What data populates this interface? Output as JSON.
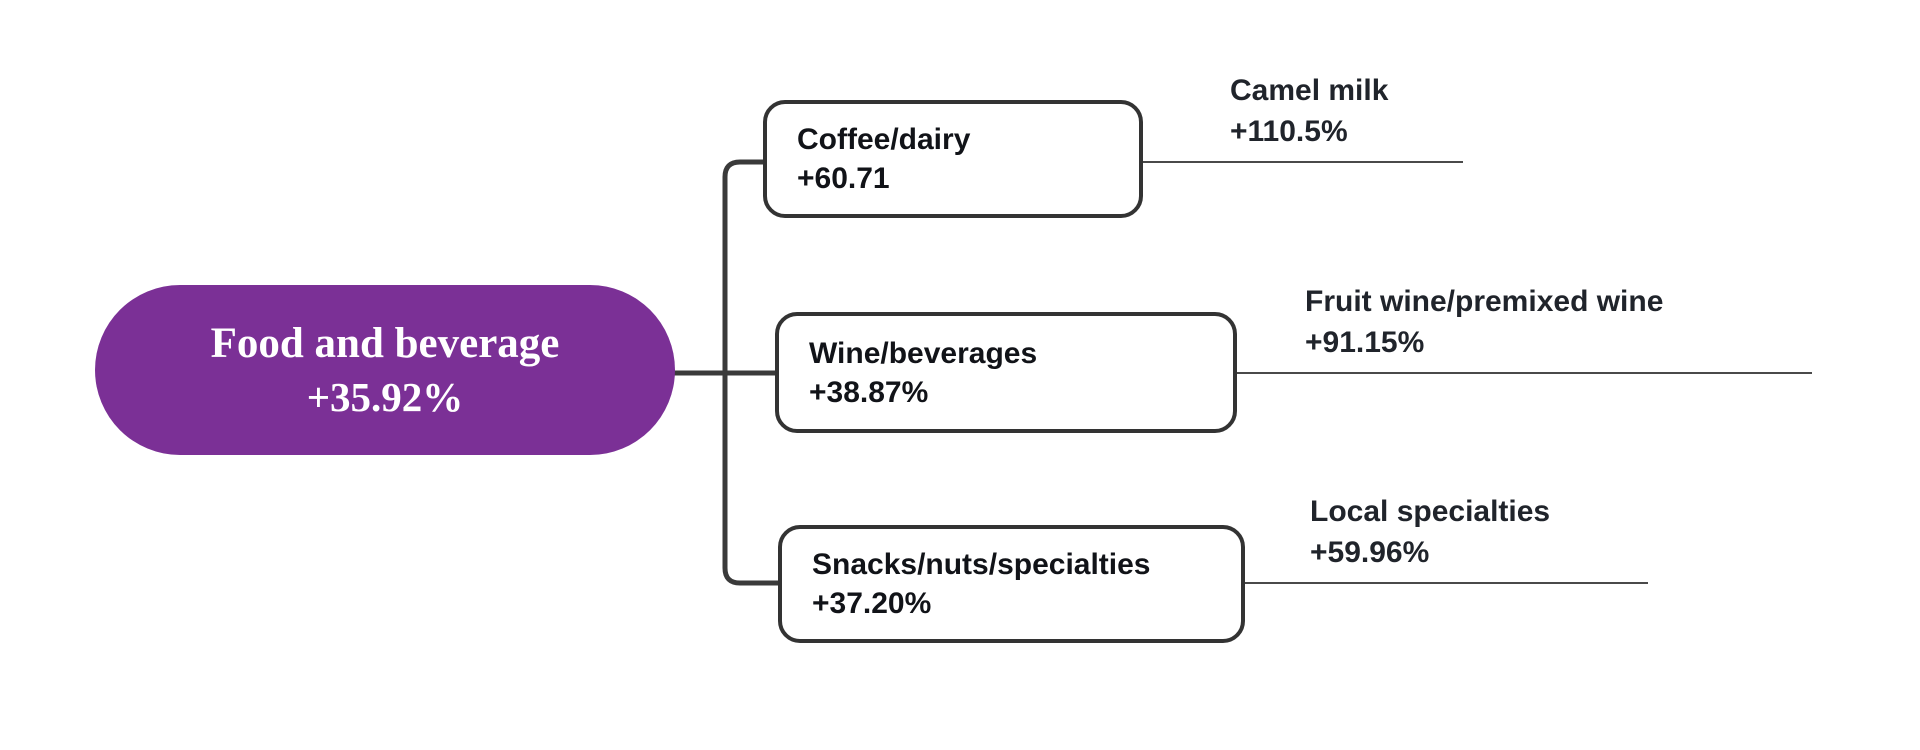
{
  "diagram": {
    "type": "mindmap-tree",
    "root": {
      "label": "Food and beverage",
      "value": "+35.92%"
    },
    "branches": [
      {
        "label": "Coffee/dairy",
        "value": "+60.71",
        "child": {
          "label": "Camel milk",
          "value": "+110.5%"
        }
      },
      {
        "label": "Wine/beverages",
        "value": "+38.87%",
        "child": {
          "label": "Fruit wine/premixed wine",
          "value": "+91.15%"
        }
      },
      {
        "label": "Snacks/nuts/specialties",
        "value": "+37.20%",
        "child": {
          "label": "Local specialties",
          "value": "+59.96%"
        }
      }
    ],
    "colors": {
      "root_bg": "#7B3096",
      "root_text": "#FFFFFF",
      "connector": "#3A3A3A",
      "leaf_line": "#4A4A4A",
      "box_border": "#333333",
      "text": "#20242B",
      "background": "#FFFFFF"
    }
  }
}
